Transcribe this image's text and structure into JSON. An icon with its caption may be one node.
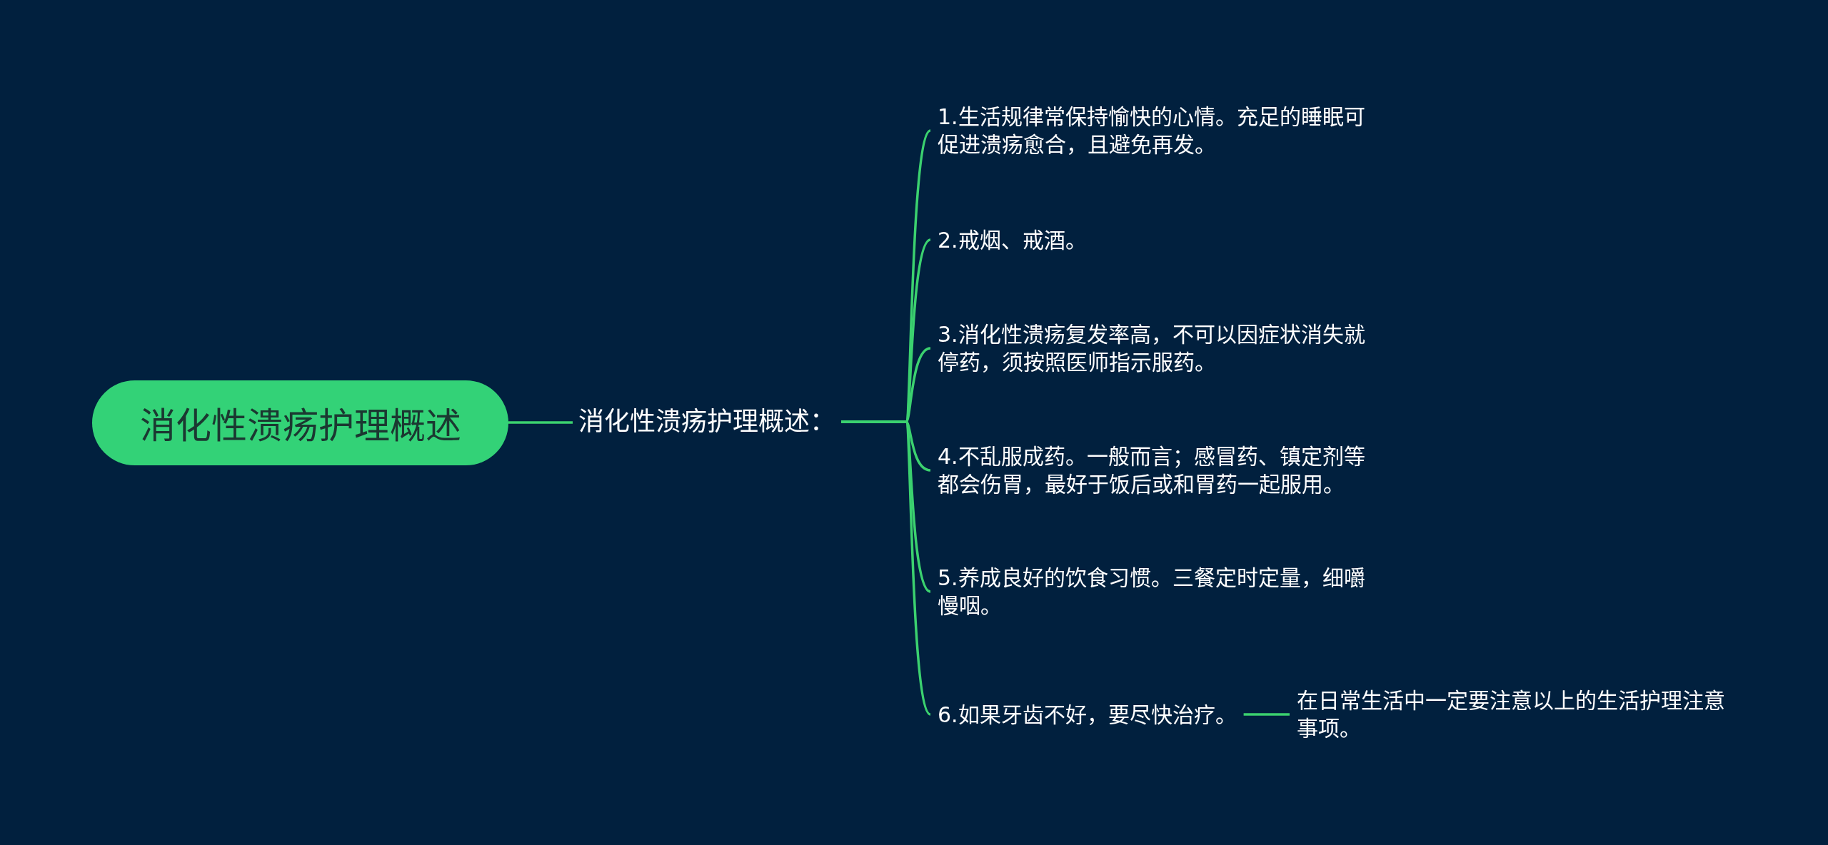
{
  "diagram": {
    "nodes": [
      {
        "text": [
          "消化性溃疡护理概述"
        ]
      },
      {
        "text": [
          "消化性溃疡护理概述："
        ]
      },
      {
        "text": [
          "1.生活规律常保持愉快的心情。充足的睡眠可促进溃疡愈合，且避免再发。"
        ]
      },
      {
        "text": [
          "2.戒烟、戒酒。"
        ]
      },
      {
        "text": [
          "3.消化性溃疡复发率高，不可以因症状消失就停药，须按照医师指示服药。"
        ]
      },
      {
        "text": [
          "4.不乱服成药。一般而言；感冒药、镇定剂等都会伤胃，最好于饭后或和胃药一起服用。"
        ]
      },
      {
        "text": [
          "5.养成良好的饮食习惯。三餐定时定量，细嚼慢咽。"
        ]
      },
      {
        "text": [
          "6.如果牙齿不好，要尽快治疗。"
        ]
      },
      {
        "text": [
          "在日常生活中一定要注意以上的生活护理注意事项。"
        ]
      }
    ],
    "edges": [
      {
        "from": 0,
        "to": 1,
        "arrow": "none"
      },
      {
        "from": 1,
        "to": 2,
        "arrow": "none"
      },
      {
        "from": 1,
        "to": 3,
        "arrow": "none"
      },
      {
        "from": 1,
        "to": 4,
        "arrow": "none"
      },
      {
        "from": 1,
        "to": 5,
        "arrow": "none"
      },
      {
        "from": 1,
        "to": 6,
        "arrow": "none"
      },
      {
        "from": 1,
        "to": 7,
        "arrow": "none"
      },
      {
        "from": 7,
        "to": 8,
        "arrow": "none"
      }
    ]
  }
}
